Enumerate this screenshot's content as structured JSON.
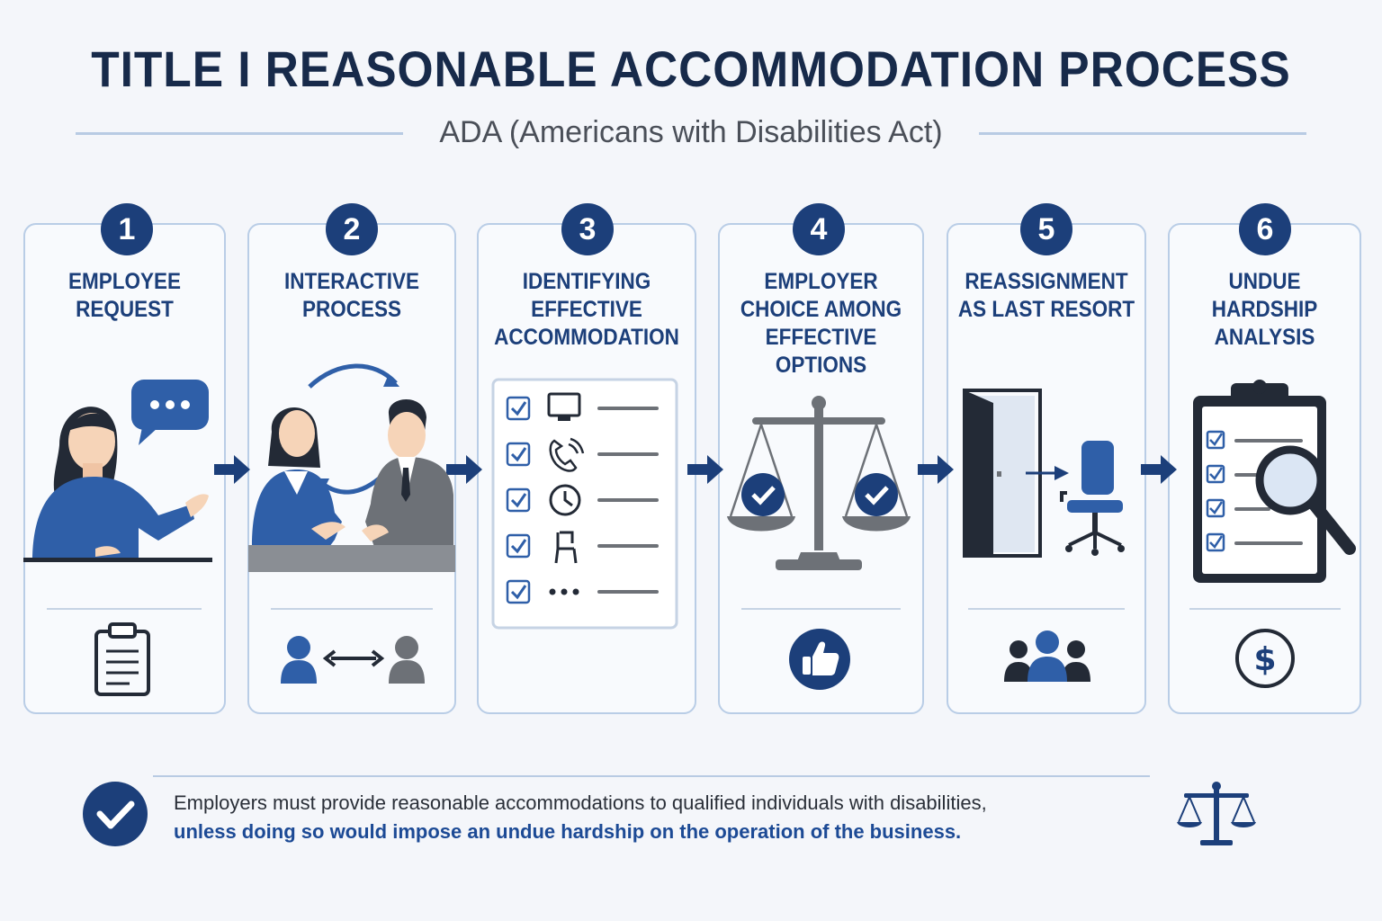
{
  "header": {
    "title": "TITLE I REASONABLE ACCOMMODATION PROCESS",
    "subtitle": "ADA (Americans with Disabilities Act)"
  },
  "steps": [
    {
      "number": "1",
      "label": "EMPLOYEE\nREQUEST",
      "illustration": "employee-speaking",
      "bottom_icon": "clipboard-icon"
    },
    {
      "number": "2",
      "label": "INTERACTIVE\nPROCESS",
      "illustration": "two-people-discussing",
      "bottom_icon": "two-way-people-icon"
    },
    {
      "number": "3",
      "label": "IDENTIFYING\nEFFECTIVE\nACCOMMODATION",
      "illustration": "checklist-of-options",
      "bottom_icon": ""
    },
    {
      "number": "4",
      "label": "EMPLOYER\nCHOICE AMONG\nEFFECTIVE OPTIONS",
      "illustration": "balance-scale",
      "bottom_icon": "thumbs-up-icon"
    },
    {
      "number": "5",
      "label": "REASSIGNMENT\nAS LAST RESORT",
      "illustration": "door-to-chair",
      "bottom_icon": "group-icon"
    },
    {
      "number": "6",
      "label": "UNDUE\nHARDSHIP\nANALYSIS",
      "illustration": "clipboard-magnifier",
      "bottom_icon": "dollar-icon"
    }
  ],
  "footer": {
    "line1": "Employers must provide reasonable accommodations to qualified individuals with disabilities,",
    "line2": "unless doing so would impose an undue hardship on the operation of the business."
  },
  "colors": {
    "navy": "#1c3f7a",
    "blue": "#2f5fa8",
    "gray": "#6d7177",
    "card_border": "#b9cde6"
  }
}
